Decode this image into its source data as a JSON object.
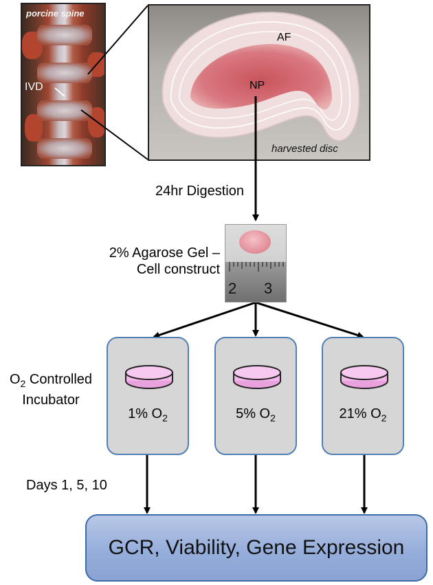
{
  "photos": {
    "spine_label": "porcine spine",
    "ivd_label": "IVD",
    "disc_label": "harvested disc",
    "af_label": "AF",
    "np_label": "NP"
  },
  "steps": {
    "digestion": "24hr Digestion",
    "gel_line1": "2% Agarose Gel –",
    "gel_line2": "Cell construct",
    "ruler_ticks": [
      "2",
      "3"
    ],
    "incubator_prefix": "O",
    "incubator_sub": "2",
    "incubator_line1_rest": " Controlled",
    "incubator_line2": "Incubator",
    "days": "Days 1, 5, 10"
  },
  "chambers": [
    {
      "value": "1% O",
      "sub": "2"
    },
    {
      "value": "5% O",
      "sub": "2"
    },
    {
      "value": "21% O",
      "sub": "2"
    }
  ],
  "outcome": "GCR, Viability, Gene Expression",
  "colors": {
    "chamber_border": "#4f7fb5",
    "chamber_fill": "#d6d6d6",
    "dish_fill": "#f3b8ea",
    "outcome_fill": "#96aedb"
  }
}
